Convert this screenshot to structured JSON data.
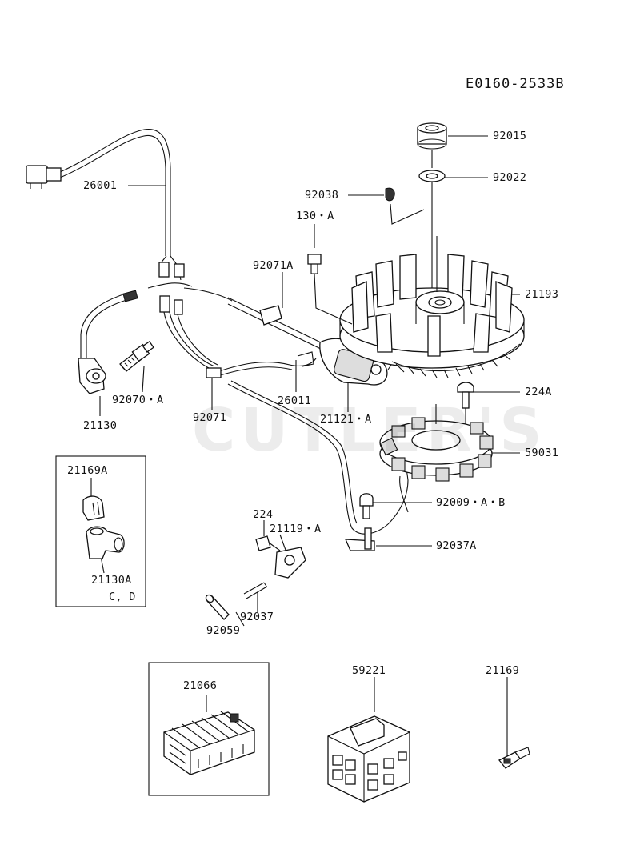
{
  "diagram_code": "E0160-2533B",
  "watermark": "CUTLER'S",
  "parts": {
    "p92015": "92015",
    "p92022": "92022",
    "p92038": "92038",
    "p26001": "26001",
    "p130A": "130・A",
    "p92071A": "92071A",
    "p21193": "21193",
    "p224A": "224A",
    "p92070A": "92070・A",
    "p21130": "21130",
    "p92071": "92071",
    "p26011": "26011",
    "p21121A": "21121・A",
    "p59031": "59031",
    "p92009AB": "92009・A・B",
    "p224": "224",
    "p21119A": "21119・A",
    "p92037A": "92037A",
    "p92037": "92037",
    "p92059": "92059",
    "p21066": "21066",
    "p59221": "59221",
    "p21169": "21169"
  },
  "inset": {
    "p21169A": "21169A",
    "p21130A": "21130A",
    "variant": "C, D"
  }
}
